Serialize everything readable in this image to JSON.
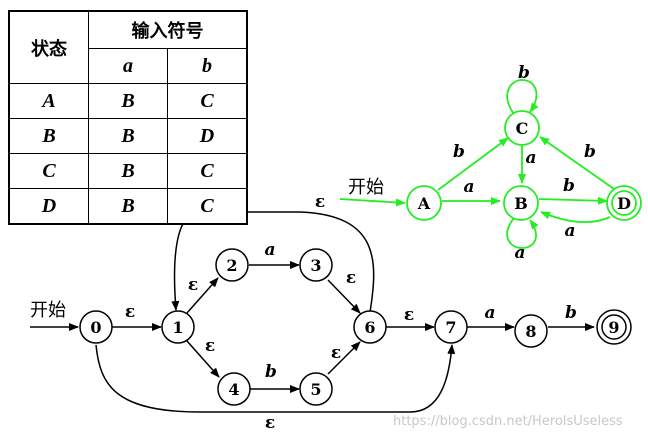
{
  "table": {
    "header_state": "状态",
    "header_input": "输入符号",
    "col_a": "a",
    "col_b": "b",
    "rows": [
      {
        "state": "A",
        "a": "B",
        "b": "C"
      },
      {
        "state": "B",
        "a": "B",
        "b": "D"
      },
      {
        "state": "C",
        "a": "B",
        "b": "C"
      },
      {
        "state": "D",
        "a": "B",
        "b": "C"
      }
    ]
  },
  "nfa": {
    "start_label": "开始",
    "nodes": [
      "0",
      "1",
      "2",
      "3",
      "4",
      "5",
      "6",
      "7",
      "8",
      "9"
    ],
    "edge_labels": {
      "e01": "ε",
      "e12": "ε",
      "e14": "ε",
      "e23": "a",
      "e36": "ε",
      "e45": "b",
      "e56": "ε",
      "e67": "ε",
      "e78": "a",
      "e89": "b",
      "e61": "ε",
      "e07": "ε"
    }
  },
  "dfa": {
    "start_label": "开始",
    "nodes": [
      "A",
      "B",
      "C",
      "D"
    ],
    "edge_labels": {
      "AB": "a",
      "AC": "b",
      "CC": "b",
      "CB": "a",
      "BB": "a",
      "BD": "b",
      "DC": "b",
      "DB": "a"
    }
  },
  "colors": {
    "dfa": "#22ee22",
    "nfa": "#000000"
  },
  "watermark": "https://blog.csdn.net/HerolsUseless"
}
